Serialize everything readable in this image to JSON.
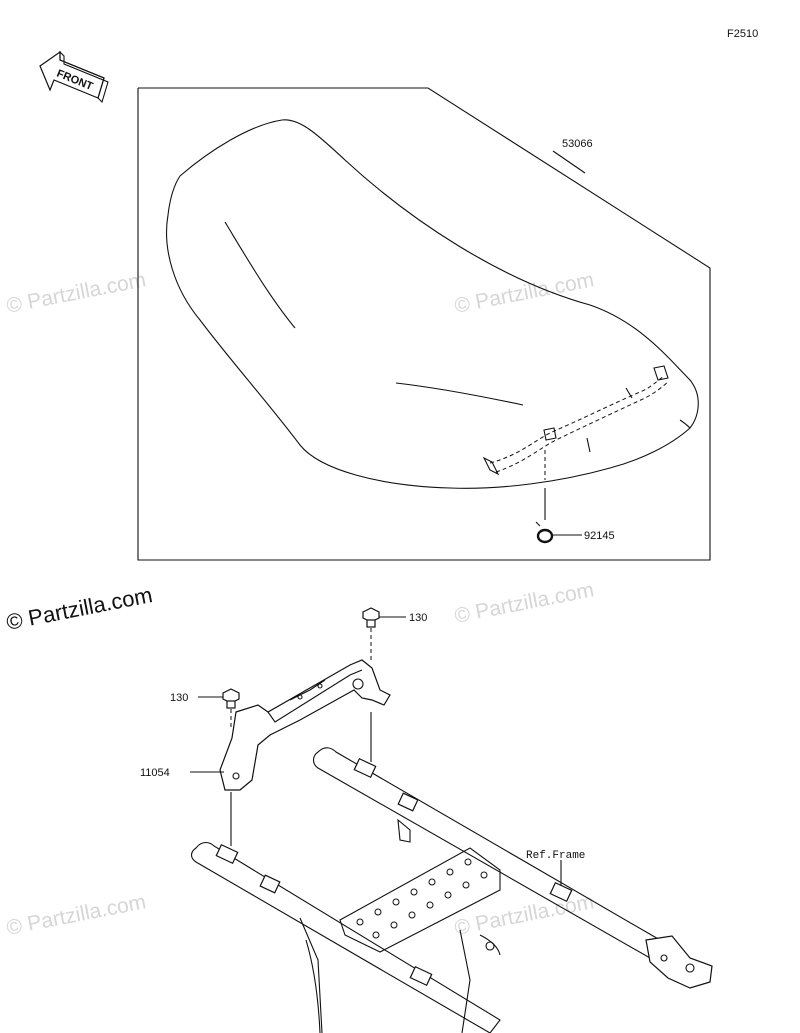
{
  "figure_code": "F2510",
  "direction_label": "FRONT",
  "watermark_text": "© Partzilla.com",
  "parts": {
    "seat": "53066",
    "small_part": "92145",
    "bolt_upper": "130",
    "bolt_left": "130",
    "bracket": "11054",
    "frame_ref": "Ref.Frame"
  },
  "colors": {
    "line": "#111111",
    "watermark": "#d6d6d6",
    "background": "#ffffff"
  }
}
